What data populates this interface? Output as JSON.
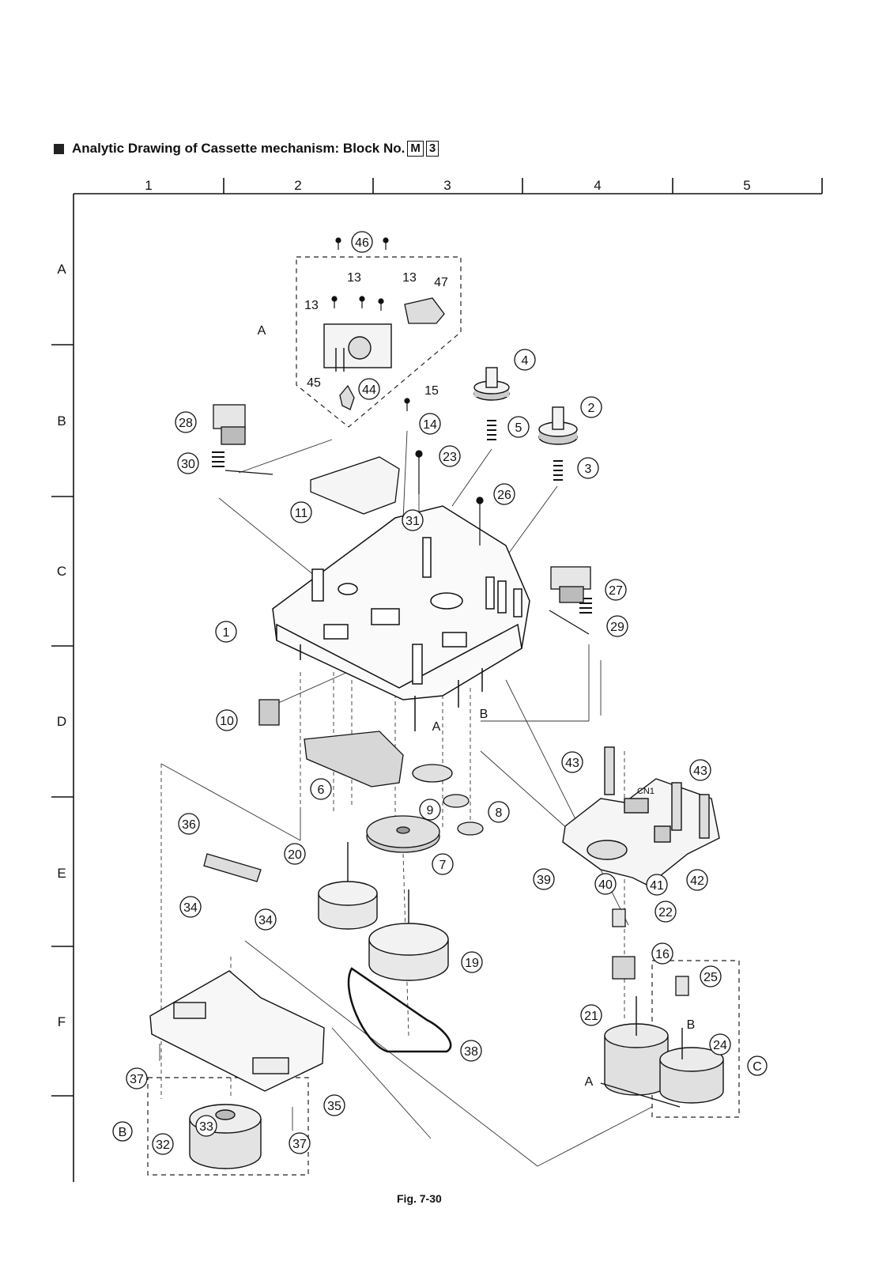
{
  "title": {
    "text": "Analytic Drawing of Cassette mechanism: Block No.",
    "block_letter": "M",
    "block_number": "3"
  },
  "grid": {
    "columns": [
      "1",
      "2",
      "3",
      "4",
      "5"
    ],
    "rows": [
      "A",
      "B",
      "C",
      "D",
      "E",
      "F"
    ]
  },
  "callouts": [
    "46",
    "13",
    "13",
    "13",
    "47",
    "45",
    "44",
    "15",
    "14",
    "4",
    "5",
    "2",
    "3",
    "23",
    "26",
    "28",
    "30",
    "11",
    "31",
    "1",
    "27",
    "29",
    "10",
    "6",
    "9",
    "8",
    "43",
    "43",
    "CN1",
    "7",
    "36",
    "20",
    "39",
    "40",
    "41",
    "42",
    "34",
    "34",
    "22",
    "19",
    "16",
    "25",
    "21",
    "24",
    "38",
    "37",
    "35",
    "33",
    "32",
    "37"
  ],
  "group_labels": [
    "A",
    "B",
    "A",
    "B",
    "A",
    "C",
    "B"
  ],
  "caption": "Fig. 7-30"
}
